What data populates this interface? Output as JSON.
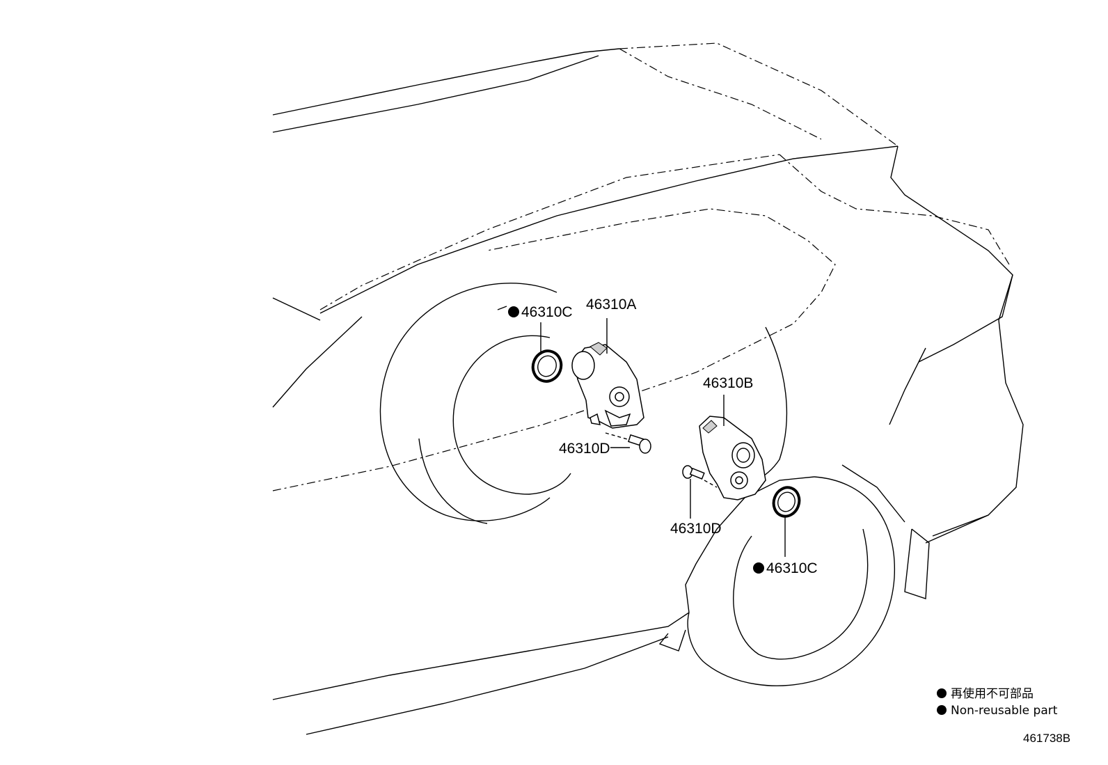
{
  "parts": {
    "actuator_front": "46310A",
    "actuator_rear": "46310B",
    "seal_front": "46310C",
    "seal_rear": "46310C",
    "bolt_front": "46310D",
    "bolt_rear": "46310D"
  },
  "legend": {
    "jp": "再使用不可部品",
    "en": "Non-reusable part"
  },
  "figure_id": "461738B"
}
